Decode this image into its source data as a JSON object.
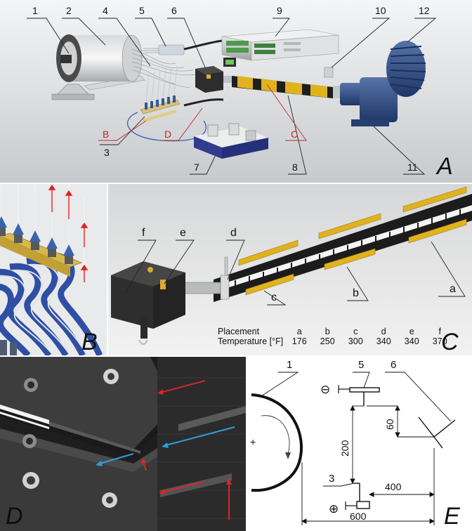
{
  "panel_a": {
    "letter": "A",
    "numbers": [
      "1",
      "2",
      "4",
      "5",
      "6",
      "9",
      "10",
      "12",
      "3",
      "7",
      "8",
      "11"
    ],
    "letters": [
      "B",
      "D",
      "C"
    ]
  },
  "panel_b": {
    "letter": "B"
  },
  "panel_c": {
    "letter": "C",
    "labels": [
      "f",
      "e",
      "d",
      "c",
      "b",
      "a"
    ],
    "table": {
      "row1_label": "Placement",
      "row2_label": "Temperature [°F]",
      "placements": [
        "a",
        "b",
        "c",
        "d",
        "e",
        "f"
      ],
      "temperatures": [
        "176",
        "250",
        "300",
        "340",
        "340",
        "370"
      ]
    }
  },
  "panel_d": {
    "letter": "D"
  },
  "panel_e": {
    "letter": "E",
    "labels": [
      "1",
      "5",
      "6",
      "3"
    ],
    "dims": [
      "200",
      "60",
      "400",
      "600"
    ],
    "symbols": [
      "+",
      "⊖",
      "⊕"
    ]
  },
  "colors": {
    "callout_red": "#c0282b",
    "roller_gold": "#e0b21e",
    "motor_blue": "#2f4f86"
  }
}
